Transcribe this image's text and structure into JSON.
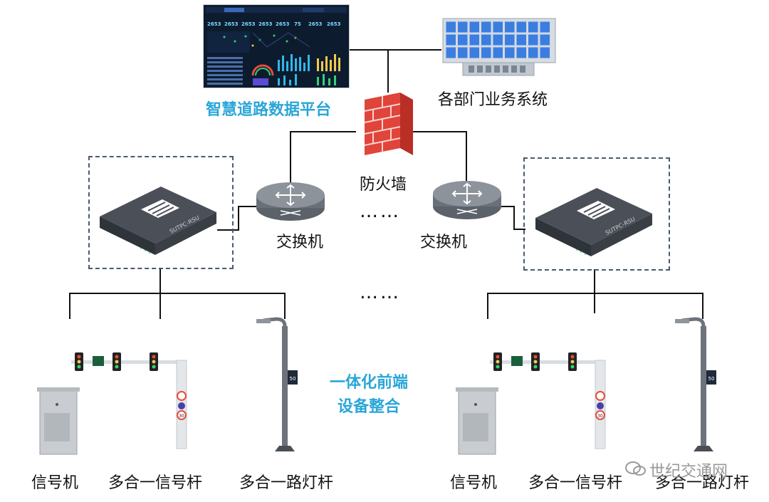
{
  "platform": {
    "label": "智慧道路数据平台",
    "screen_numbers": [
      "2653",
      "2653",
      "2653",
      "2653",
      "2653",
      "75",
      "2653",
      "2653"
    ]
  },
  "business": {
    "label": "各部门业务系统"
  },
  "firewall": {
    "label": "防火墙"
  },
  "switch_left": {
    "label": "交换机"
  },
  "switch_right": {
    "label": "交换机"
  },
  "rsu_left": {
    "brand": "SUTPC-RSU"
  },
  "rsu_right": {
    "brand": "SUTPC-RSU"
  },
  "ellipsis_mid": "……",
  "ellipsis_bottom": "……",
  "integration": {
    "line1": "一体化前端",
    "line2": "设备整合"
  },
  "devices_left": {
    "signal": "信号机",
    "pole": "多合一信号杆",
    "lamp": "多合一路灯杆"
  },
  "devices_right": {
    "signal": "信号机",
    "pole": "多合一信号杆",
    "lamp": "多合一路灯杆"
  },
  "speed_sign": "50",
  "limit_sign": "30",
  "watermark": "世纪交通网",
  "colors": {
    "accent": "#2aa6d8",
    "firewall": "#e0443a",
    "line": "#111111",
    "dash": "#4a5a6d"
  }
}
